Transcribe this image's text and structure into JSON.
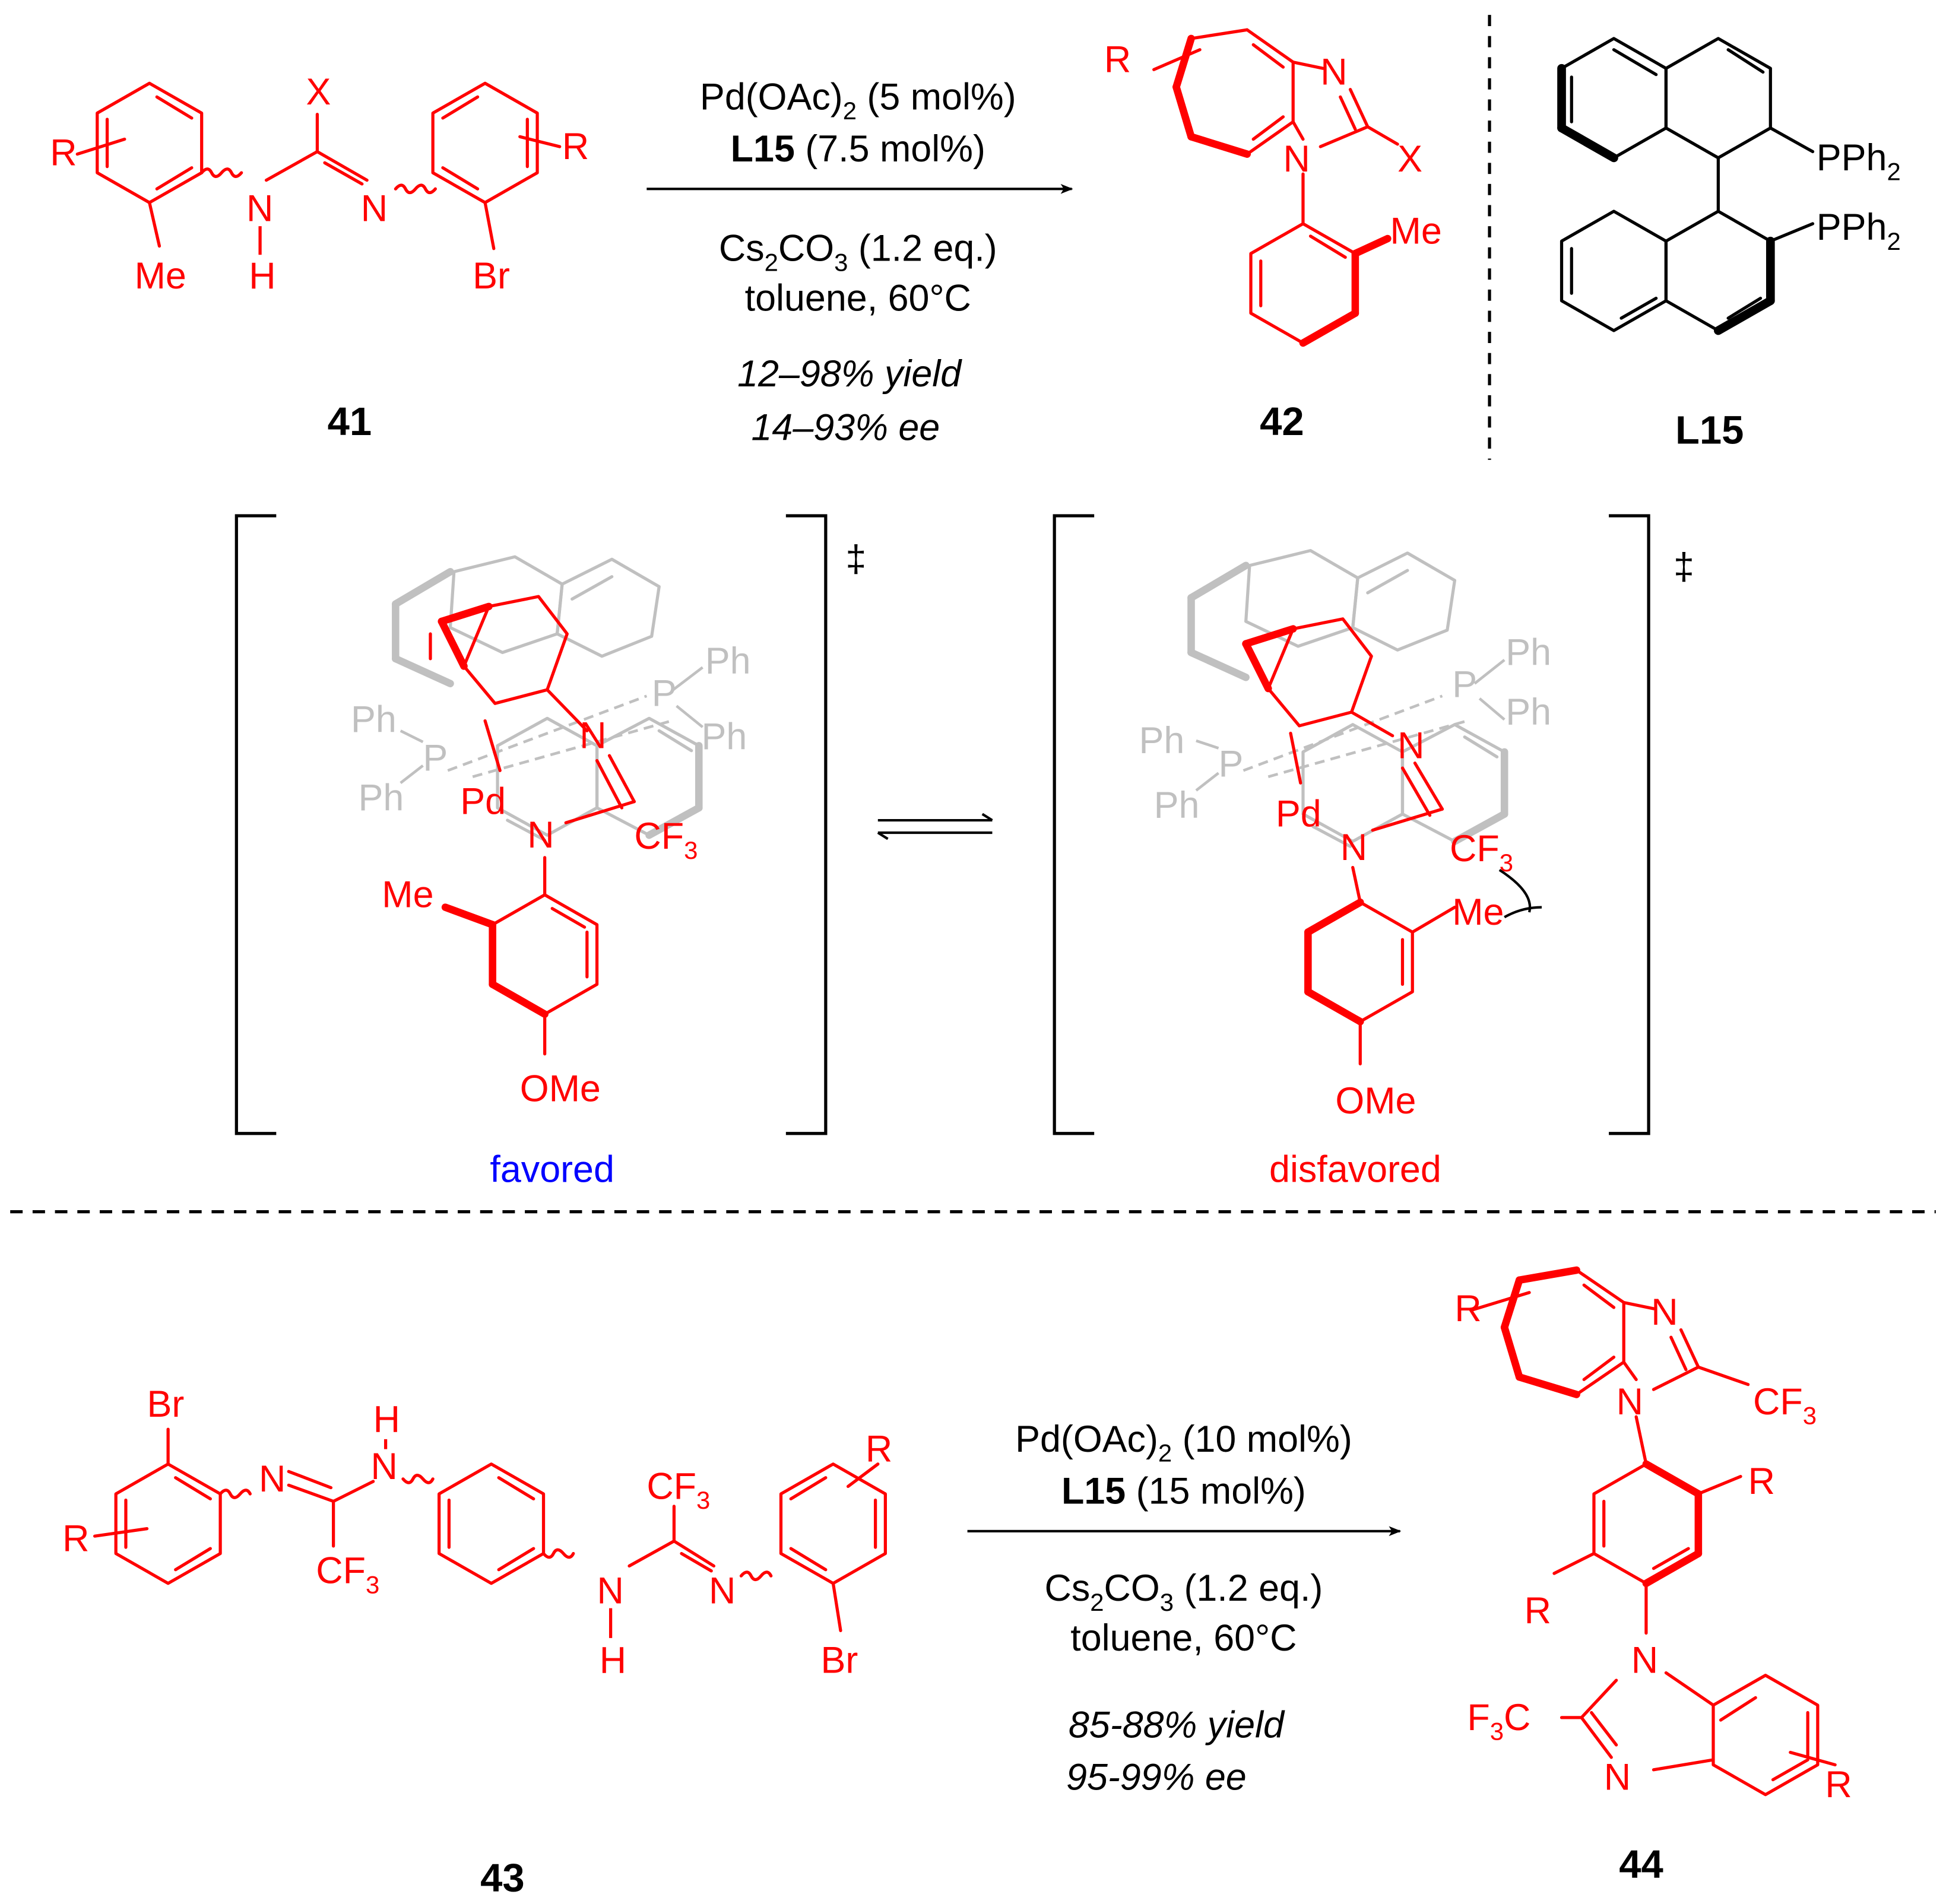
{
  "colors": {
    "red": "#ff0000",
    "grey": "#c0c0c0",
    "black": "#000000",
    "blue": "#0000ff"
  },
  "top_scheme": {
    "sm_label": "41",
    "prod_label": "42",
    "ligand_label": "L15",
    "cond_catalyst_main": "Pd(OAc)",
    "cond_catalyst_sub": "2",
    "cond_catalyst_tail": " (5 mol%)",
    "cond_ligand_bold": "L15",
    "cond_ligand_tail": " (7.5 mol%)",
    "cond_base_a": "Cs",
    "cond_base_sub1": "2",
    "cond_base_b": "CO",
    "cond_base_sub2": "3",
    "cond_base_c": " (1.2 eq.)",
    "cond_solvent": "toluene, 60°C",
    "yield": "12–98% yield",
    "ee": "14–93% ee"
  },
  "atoms": {
    "R": "R",
    "X": "X",
    "N": "N",
    "H": "H",
    "Me": "Me",
    "Br": "Br",
    "Ph": "Ph",
    "P": "P",
    "Pd": "Pd",
    "OMe": "OMe",
    "PPh": "PPh",
    "sub2": "2",
    "sub3": "3",
    "CF": "CF",
    "F": "F",
    "C": "C"
  },
  "transition_states": {
    "dagger": "‡",
    "favored": "favored",
    "disfavored": "disfavored"
  },
  "bottom_scheme": {
    "sm_label": "43",
    "prod_label": "44",
    "cond_catalyst_main": "Pd(OAc)",
    "cond_catalyst_sub": "2",
    "cond_catalyst_tail": " (10 mol%)",
    "cond_ligand_bold": "L15",
    "cond_ligand_tail": " (15 mol%)",
    "cond_base_a": "Cs",
    "cond_base_sub1": "2",
    "cond_base_b": "CO",
    "cond_base_sub2": "3",
    "cond_base_c": " (1.2 eq.)",
    "cond_solvent": "toluene, 60°C",
    "yield": "85-88% yield",
    "ee": "95-99% ee"
  }
}
